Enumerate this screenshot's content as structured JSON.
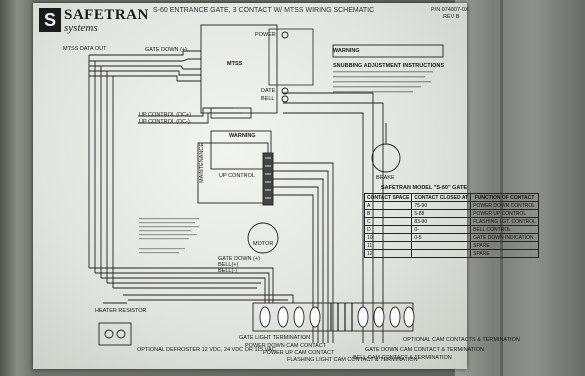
{
  "brand": {
    "logo_glyph": "S",
    "name": "SAFETRAN",
    "sub": "systems"
  },
  "header": {
    "title": "S-60 ENTRANCE GATE, 3 CONTACT W/ MTSS WIRING SCHEMATIC",
    "part": "P/N 074007-0X",
    "rev": "REV B"
  },
  "labels": {
    "mtss_data_out": "MTSS DATA OUT",
    "gate_down": "GATE DOWN (+)",
    "mtss": "MTSS",
    "power": "POWER",
    "date": "DATE",
    "bell": "BELL",
    "up_control_1": "UP CONTROL (DC+)",
    "up_control_2": "UP CONTROL (DC-)",
    "maintenance": "MAINTENANCE",
    "up_control": "UP CONTROL",
    "motor": "MOTOR",
    "brake": "BRAKE",
    "heater": "HEATER RESISTOR",
    "defroster": "OPTIONAL DEFROSTER 12 VDC, 24 VDC OR 115 VAC",
    "gate_light": "GATE LIGHT TERMINATION",
    "power_down_cam": "POWER DOWN CAM CONTACT",
    "power_up_cam": "POWER UP CAM CONTACT",
    "flashing_light": "FLASHING LIGHT CAM CONTACT & TERMINATION",
    "bell_cam": "BELL CAM CONTACT & TERMINATION",
    "gate_down_cam": "GATE DOWN CAM CONTACT & TERMINATION",
    "optional_cam": "OPTIONAL CAM CONTACTS & TERMINATION",
    "gate_down_pos": "GATE DOWN (+)",
    "bell_pos": "BELL(+)",
    "bell_neg": "BELL(-)",
    "warning_title": "WARNING",
    "sub_adj": "SNUBBING ADJUSTMENT INSTRUCTIONS",
    "table_title": "SAFETRAN MODEL \"S-60\" GATE"
  },
  "contact_table": {
    "headers": [
      "CONTACT SPACE",
      "CONTACT CLOSED AT",
      "FUNCTION OF CONTACT"
    ],
    "rows": [
      [
        "A",
        "75-90",
        "POWER DOWN CONTROL"
      ],
      [
        "B",
        "5-88",
        "POWER UP CONTROL"
      ],
      [
        "C",
        "83-90",
        "FLASHING LGT. CONTROL"
      ],
      [
        "D",
        "0-",
        "BELL CONTROL"
      ],
      [
        "10",
        "0-5",
        "GATE DOWN INDICATION"
      ],
      [
        "11",
        "",
        "SPARE"
      ],
      [
        "12",
        "",
        "SPARE"
      ]
    ]
  }
}
